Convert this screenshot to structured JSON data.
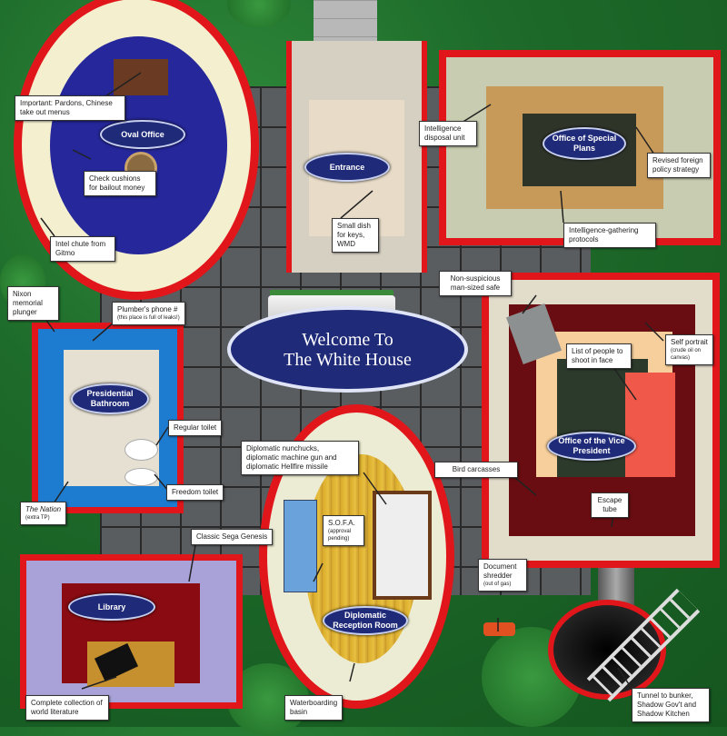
{
  "welcome": {
    "line1": "Welcome To",
    "line2": "The White House"
  },
  "rooms": {
    "oval_office": "Oval Office",
    "entrance": "Entrance",
    "special_plans": "Office of Special Plans",
    "bathroom": "Presidential Bathroom",
    "vice_president": "Office of the Vice President",
    "reception": "Diplomatic Reception Room",
    "library": "Library"
  },
  "callouts": {
    "pardons": "Important: Pardons, Chinese take out menus",
    "cushions": "Check cushions for bailout money",
    "chute": "Intel chute from Gitmo",
    "dish": "Small dish for keys, WMD",
    "disposal": "Intelligence disposal unit",
    "foreign_policy": "Revised foreign policy strategy",
    "protocols": "Intelligence-gathering protocols",
    "nixon": "Nixon memorial plunger",
    "plumber": "Plumber's phone #",
    "plumber_note": "(this place is full of leaks!)",
    "safe": "Non-suspicious man-sized safe",
    "portrait": "Self portrait",
    "portrait_note": "(crude oil on canvas)",
    "shoot_list": "List of people to shoot in face",
    "regular_toilet": "Regular toilet",
    "freedom_toilet": "Freedom toilet",
    "nation": "The Nation",
    "nation_note": "(extra TP)",
    "weapons": "Diplomatic nunchucks, diplomatic machine gun and diplomatic Hellfire missile",
    "bird": "Bird carcasses",
    "escape": "Escape tube",
    "sega": "Classic Sega Genesis",
    "sofa": "S.O.F.A.",
    "sofa_note": "(approval pending)",
    "shredder": "Document shredder",
    "shredder_note": "(out of gas)",
    "literature": "Complete collection of world literature",
    "waterboarding": "Waterboarding basin",
    "tunnel": "Tunnel to bunker, Shadow Gov't and Shadow Kitchen"
  }
}
